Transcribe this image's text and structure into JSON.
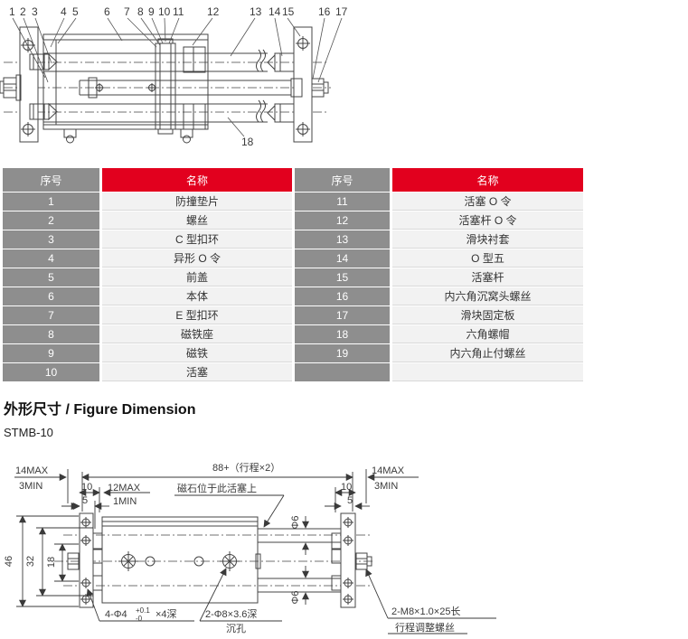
{
  "top_drawing": {
    "callouts": [
      "1",
      "2",
      "3",
      "4",
      "5",
      "6",
      "7",
      "8",
      "9",
      "10",
      "11",
      "12",
      "13",
      "14",
      "15",
      "16",
      "17",
      "18"
    ]
  },
  "parts_table": {
    "header_no": "序号",
    "header_name": "名称",
    "left_rows": [
      {
        "no": "1",
        "name": "防撞垫片"
      },
      {
        "no": "2",
        "name": "螺丝"
      },
      {
        "no": "3",
        "name": "C 型扣环"
      },
      {
        "no": "4",
        "name": "异形 O 令"
      },
      {
        "no": "5",
        "name": "前盖"
      },
      {
        "no": "6",
        "name": "本体"
      },
      {
        "no": "7",
        "name": "E 型扣环"
      },
      {
        "no": "8",
        "name": "磁铁座"
      },
      {
        "no": "9",
        "name": "磁铁"
      },
      {
        "no": "10",
        "name": "活塞"
      }
    ],
    "right_rows": [
      {
        "no": "11",
        "name": "活塞 O 令"
      },
      {
        "no": "12",
        "name": "活塞杆 O 令"
      },
      {
        "no": "13",
        "name": "滑块衬套"
      },
      {
        "no": "14",
        "name": "O 型五"
      },
      {
        "no": "15",
        "name": "活塞杆"
      },
      {
        "no": "16",
        "name": "内六角沉窝头螺丝"
      },
      {
        "no": "17",
        "name": "滑块固定板"
      },
      {
        "no": "18",
        "name": "六角螺帽"
      },
      {
        "no": "19",
        "name": "内六角止付螺丝"
      },
      {
        "no": "",
        "name": ""
      }
    ]
  },
  "section": {
    "title": "外形尺寸 / Figure Dimension",
    "model": "STMB-10"
  },
  "dim_labels": {
    "span": "88+（行程×2）",
    "max14": "14MAX",
    "min3": "3MIN",
    "d10": "10",
    "d5": "5",
    "max12": "12MAX",
    "min1": "1MIN",
    "magnet_note": "磁石位于此活塞上",
    "dia6": "Φ6",
    "h46": "46",
    "h32": "32",
    "h18": "18",
    "hole4_prefix": "4-Φ4",
    "hole4_tol_up": "+0.1",
    "hole4_tol_dn": "-0",
    "hole4_suffix": "×4深",
    "counterbore": "2-Φ8×3.6深",
    "counterbore_sub": "沉孔",
    "adjust_screw": "2-M8×1.0×25长",
    "adjust_screw_sub": "行程调整螺丝"
  },
  "colors": {
    "header_red": "#e2001e",
    "cell_gray": "#8e8e8e",
    "row_light": "#f2f2f2",
    "line": "#444444"
  }
}
